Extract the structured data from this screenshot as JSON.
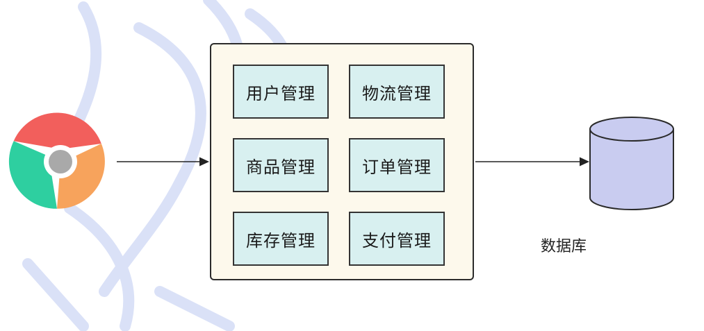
{
  "diagram": {
    "client": {
      "icon": "chrome-browser-icon"
    },
    "monolith": {
      "modules": [
        {
          "label": "用户管理"
        },
        {
          "label": "物流管理"
        },
        {
          "label": "商品管理"
        },
        {
          "label": "订单管理"
        },
        {
          "label": "库存管理"
        },
        {
          "label": "支付管理"
        }
      ]
    },
    "database": {
      "icon": "database-cylinder-icon",
      "label": "数据库"
    },
    "colors": {
      "monolith_fill": "#fdf9ec",
      "module_fill": "#d8f0f0",
      "database_fill": "#c9ccf0",
      "watermark": "#d4dcf6"
    }
  }
}
